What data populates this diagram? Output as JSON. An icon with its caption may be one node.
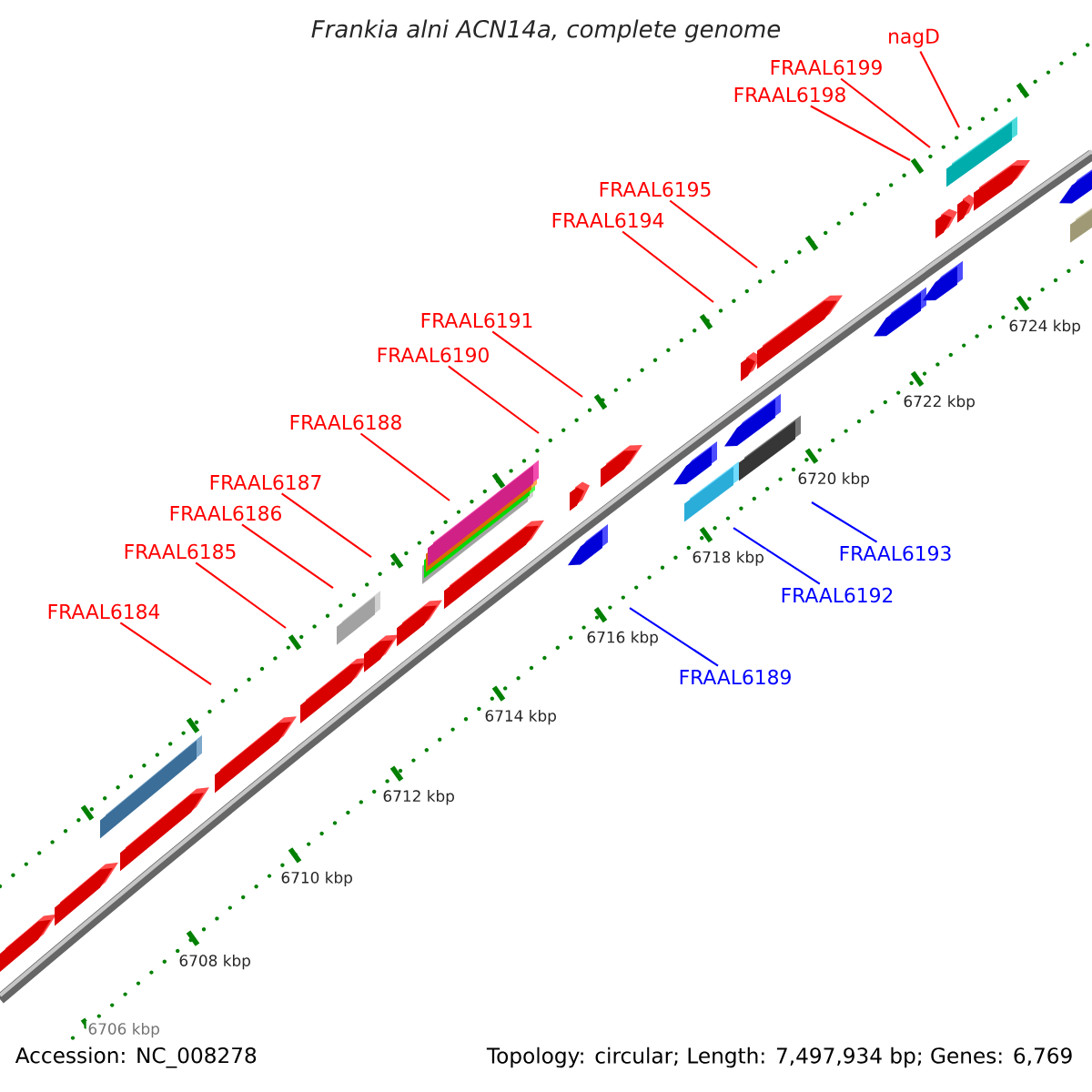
{
  "diagram": {
    "title": "*Frankia alni* ACN14a, complete genome",
    "nodes": [
      {
        "text": [
          "nagD"
        ]
      },
      {
        "text": [
          "FRAAL6199"
        ]
      },
      {
        "text": [
          "FRAAL6198"
        ]
      },
      {
        "text": [
          "FRAAL6195"
        ]
      },
      {
        "text": [
          "FRAAL6194"
        ]
      },
      {
        "text": [
          "FRAAL6191"
        ]
      },
      {
        "text": [
          "FRAAL6190"
        ]
      },
      {
        "text": [
          "FRAAL6188"
        ]
      },
      {
        "text": [
          "FRAAL6187"
        ]
      },
      {
        "text": [
          "FRAAL6186"
        ]
      },
      {
        "text": [
          "FRAAL6185"
        ]
      },
      {
        "text": [
          "FRAAL6184"
        ]
      },
      {
        "text": [
          "FRAAL6193"
        ]
      },
      {
        "text": [
          "FRAAL6192"
        ]
      },
      {
        "text": [
          "FRAAL6189"
        ]
      }
    ],
    "edges": [
      {
        "from": 0,
        "to": null,
        "arrow": "none"
      },
      {
        "from": 1,
        "to": null,
        "arrow": "none"
      },
      {
        "from": 2,
        "to": null,
        "arrow": "none"
      },
      {
        "from": 3,
        "to": null,
        "arrow": "none"
      },
      {
        "from": 4,
        "to": null,
        "arrow": "none"
      },
      {
        "from": 5,
        "to": null,
        "arrow": "none"
      },
      {
        "from": 6,
        "to": null,
        "arrow": "none"
      },
      {
        "from": 7,
        "to": null,
        "arrow": "none"
      },
      {
        "from": 8,
        "to": null,
        "arrow": "none"
      },
      {
        "from": 9,
        "to": null,
        "arrow": "none"
      },
      {
        "from": 10,
        "to": null,
        "arrow": "none"
      },
      {
        "from": 11,
        "to": null,
        "arrow": "none"
      },
      {
        "from": 12,
        "to": null,
        "arrow": "none",
        "color": "#0000ff"
      },
      {
        "from": 13,
        "to": null,
        "arrow": "none",
        "color": "#0000ff"
      },
      {
        "from": 14,
        "to": null,
        "arrow": "none",
        "color": "#0000ff"
      }
    ],
    "labels": [
      "6724 kbp",
      "6722 kbp",
      "6720 kbp",
      "6718 kbp",
      "6716 kbp",
      "6714 kbp",
      "6712 kbp",
      "6710 kbp",
      "6708 kbp",
      "6706 kbp",
      "Accession: NC_008278",
      "Topology: circular; Length: 7,497,934 bp; Genes: 6,769"
    ]
  }
}
